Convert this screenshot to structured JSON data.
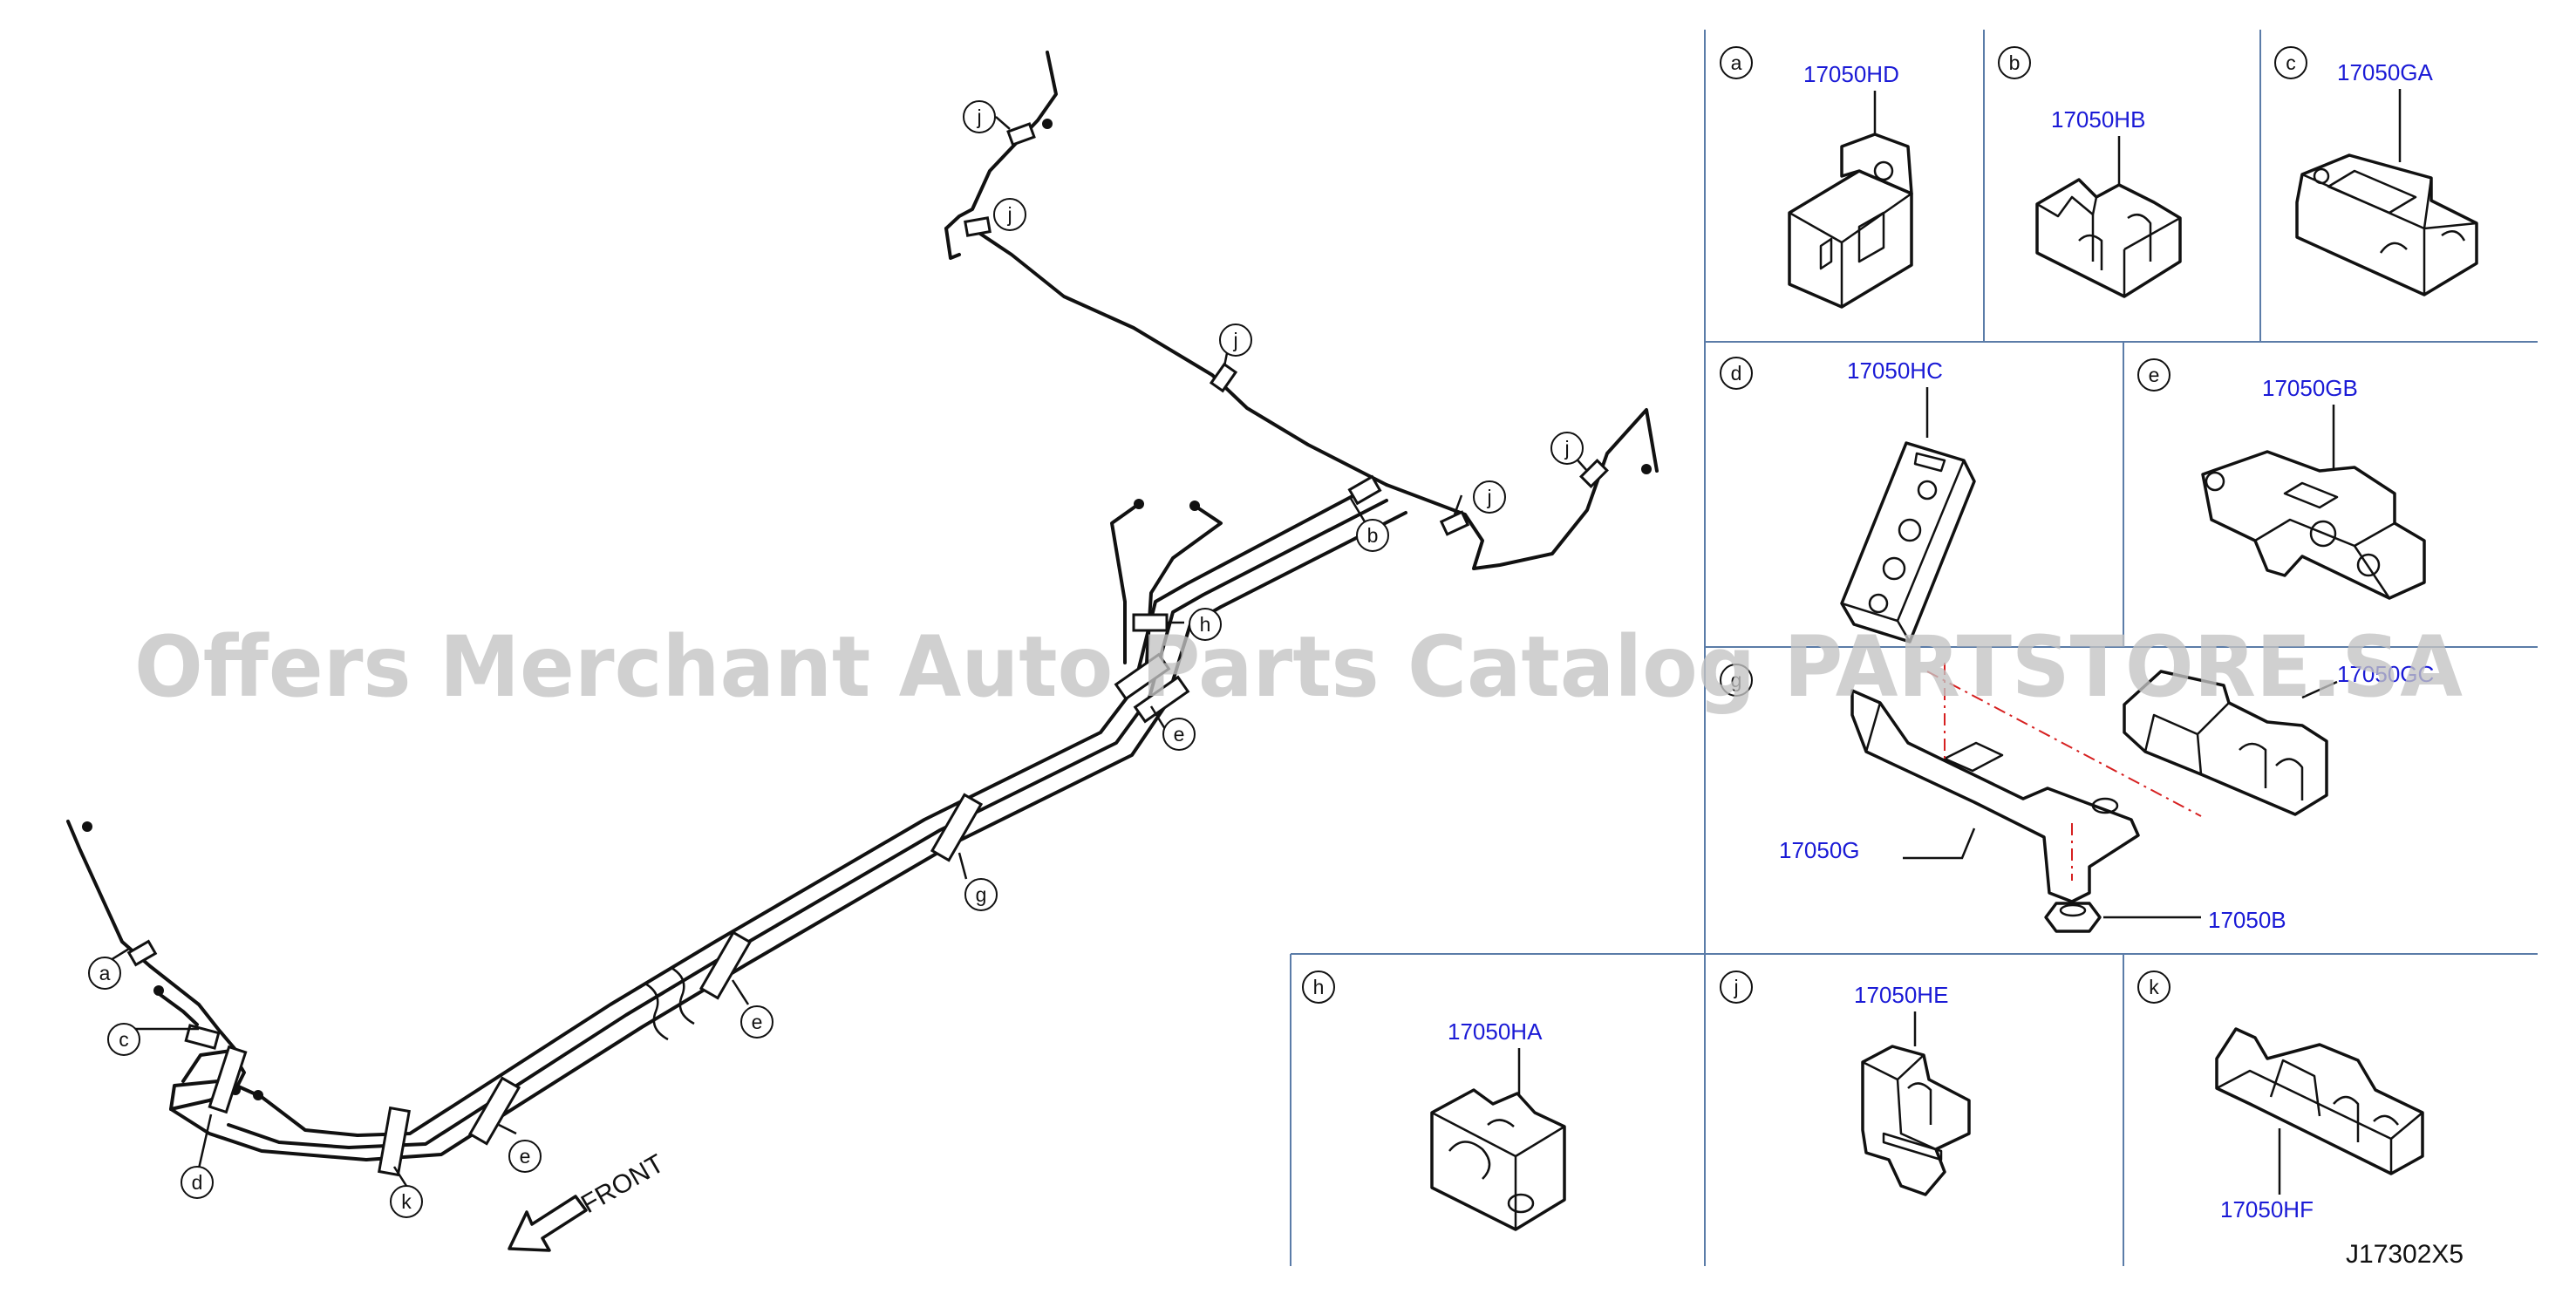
{
  "diagram": {
    "document_id": "J17302X5",
    "direction_label": "FRONT",
    "watermark": "Offers Merchant Auto Parts Catalog PARTSTORE.SA",
    "clip_labels": {
      "a": "a",
      "b": "b",
      "c": "c",
      "d": "d",
      "e": "e",
      "g": "g",
      "h": "h",
      "j": "j",
      "k": "k"
    },
    "detail_cells": [
      {
        "letter": "a",
        "part_no": "17050HD"
      },
      {
        "letter": "b",
        "part_no": "17050HB"
      },
      {
        "letter": "c",
        "part_no": "17050GA"
      },
      {
        "letter": "d",
        "part_no": "17050HC"
      },
      {
        "letter": "e",
        "part_no": "17050GB"
      },
      {
        "letter": "g",
        "part_no": "17050G",
        "part_no_2": "17050B",
        "part_no_3": "17050GC"
      },
      {
        "letter": "h",
        "part_no": "17050HA"
      },
      {
        "letter": "j",
        "part_no": "17050HE"
      },
      {
        "letter": "k",
        "part_no": "17050HF"
      }
    ],
    "colors": {
      "part_number": "#1a1ad6",
      "grid": "#5b7ca8",
      "watermark": "#c4c4c4",
      "leader_dashed": "#d62020"
    }
  }
}
